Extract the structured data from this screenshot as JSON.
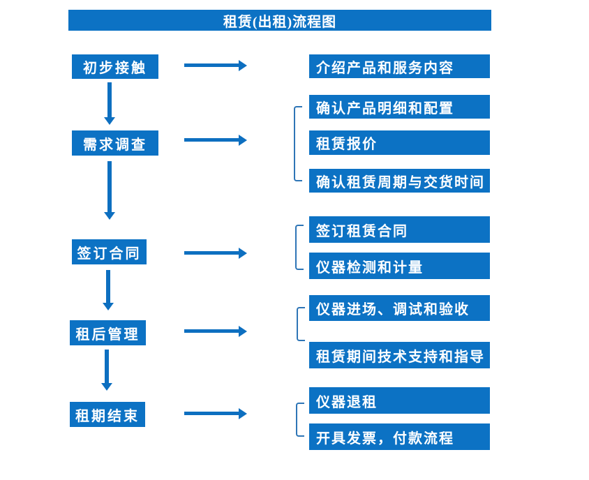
{
  "title": "租赁(出租)流程图",
  "colors": {
    "box_blue": "#0c72c4",
    "arrow_blue": "#0d6fc0",
    "bracket_blue": "#2e75b6",
    "text_white": "#ffffff",
    "background": "#ffffff"
  },
  "steps": [
    {
      "label": "初步接触",
      "outputs": [
        "介绍产品和服务内容"
      ]
    },
    {
      "label": "需求调查",
      "outputs": [
        "确认产品明细和配置",
        "租赁报价",
        "确认租赁周期与交货时间"
      ]
    },
    {
      "label": "签订合同",
      "outputs": [
        "签订租赁合同",
        "仪器检测和计量"
      ]
    },
    {
      "label": "租后管理",
      "outputs": [
        "仪器进场、调试和验收",
        "租赁期间技术支持和指导"
      ]
    },
    {
      "label": "租期结束",
      "outputs": [
        "仪器退租",
        "开具发票，付款流程"
      ]
    }
  ]
}
